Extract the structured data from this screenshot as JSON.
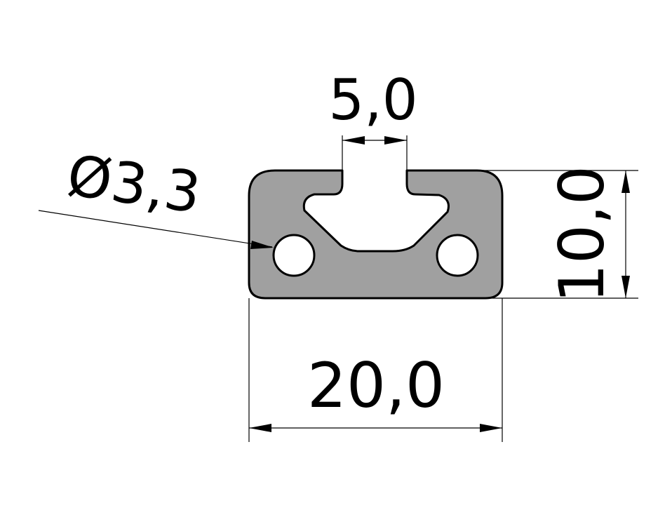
{
  "dimensions": {
    "slot_width": "5,0",
    "hole_diameter": "Ø3,3",
    "height": "10,0",
    "width": "20,0"
  },
  "colors": {
    "profile_fill": "#a0a0a0",
    "line": "#000000",
    "background": "#ffffff"
  }
}
